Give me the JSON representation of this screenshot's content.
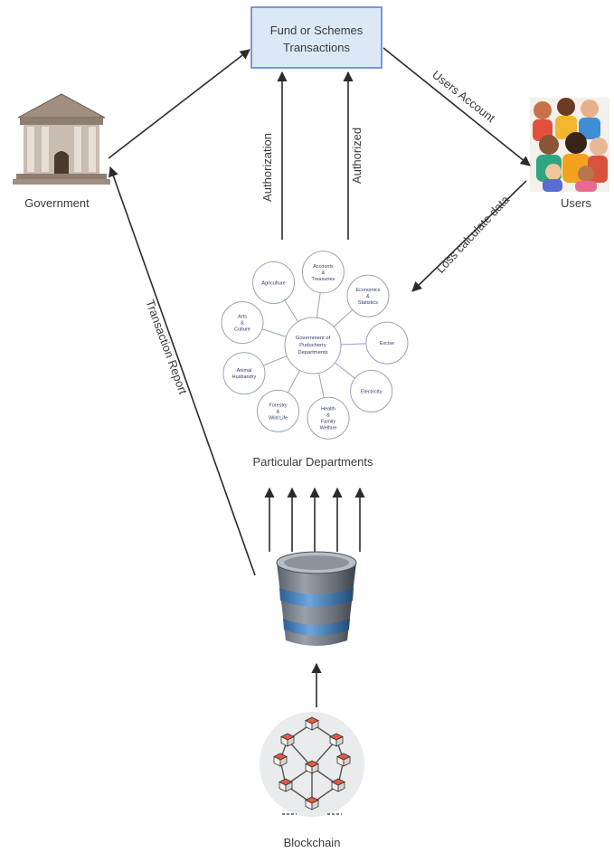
{
  "box": {
    "line1": "Fund or Schemes",
    "line2": "Transactions"
  },
  "nodes": {
    "government": "Government",
    "users": "Users",
    "departments": "Particular Departments",
    "blockchain": "Blockchain"
  },
  "edges": {
    "users_account": "Users Account",
    "authorization": "Authorization",
    "authorized": "Authorized",
    "loss_calculate": "Loss calculate data",
    "transaction_report": "Transaction Report"
  },
  "departments": {
    "center": [
      "Government of",
      "Puducherry",
      "Departments"
    ],
    "petals": [
      [
        "Agriculture"
      ],
      [
        "Accounts",
        "&",
        "Treasuries"
      ],
      [
        "Economics",
        "&",
        "Statistics"
      ],
      [
        "Excise"
      ],
      [
        "Electricity"
      ],
      [
        "Health",
        "&",
        "Family",
        "Welfare"
      ],
      [
        "Forestry",
        "&",
        "Wild Life"
      ],
      [
        "Animal",
        "Husbandry"
      ],
      [
        "Arts",
        "&",
        "Culture"
      ]
    ]
  },
  "colors": {
    "box_fill": "#dde8f7",
    "box_stroke": "#4f7ec9",
    "arrow": "#2b2b2b",
    "brick": "#e25a43"
  }
}
